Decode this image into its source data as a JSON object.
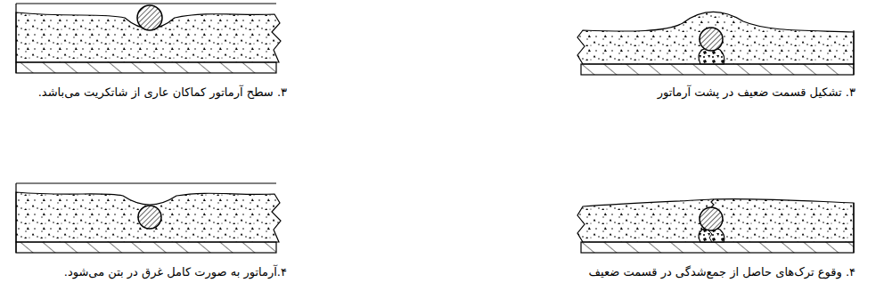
{
  "diagram": {
    "labels": [
      "۳. تشکیل قسمت ضعیف در پشت آرماتور",
      "۳. سطح آرماتور کماکان عاری از شاتکریت می‌باشد.",
      "۴. وقوع ترک‌های حاصل از جمع‌شدگی در قسمت ضعیف",
      "۴.آرماتور به صورت کامل غرق در بتن می‌شود."
    ]
  }
}
